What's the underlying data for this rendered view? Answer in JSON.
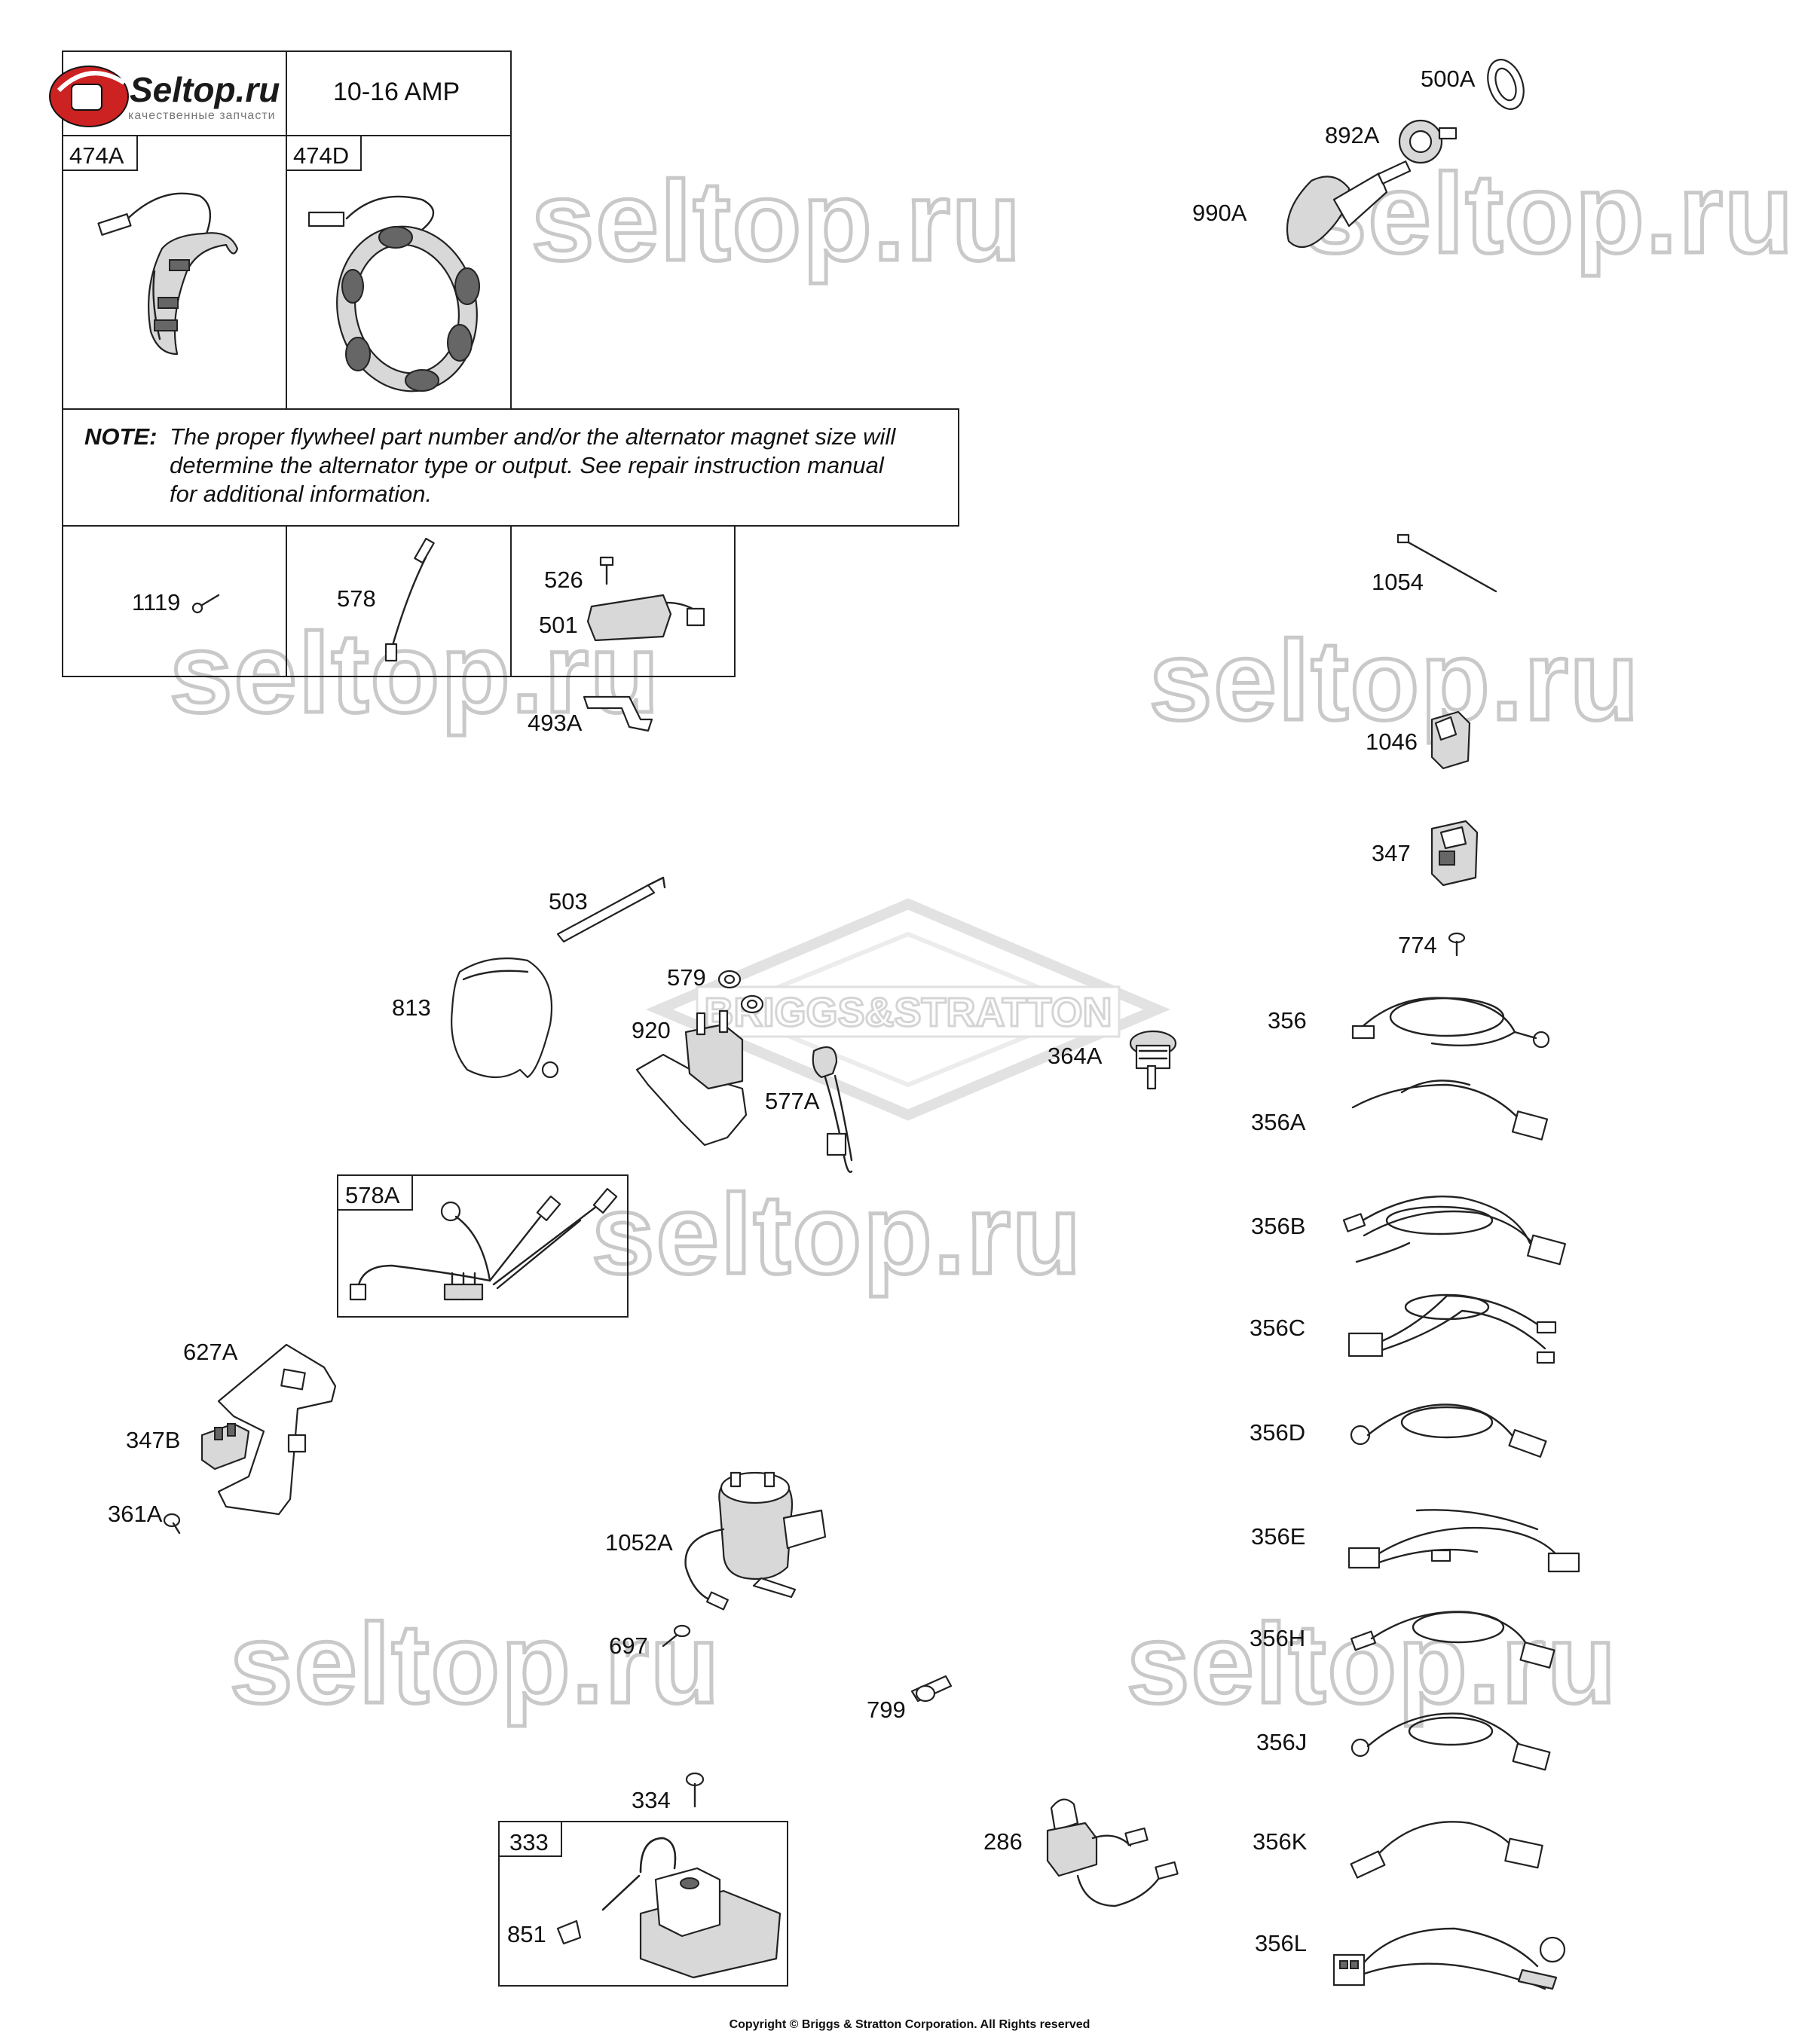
{
  "brand": {
    "logo_text": "Seltop.ru",
    "logo_tagline": "качественные запчасти",
    "watermark": "seltop.ru",
    "center_mark": "BRIGGS&STRATTON"
  },
  "alternator_table": {
    "amp_header": "10-16 AMP",
    "cells": [
      "474A",
      "474D"
    ]
  },
  "note": {
    "label": "NOTE:",
    "line1": "The proper flywheel part number and/or the alternator magnet size will",
    "line2": "determine the alternator type or output. See repair instruction manual",
    "line3": "for additional information."
  },
  "lower_table": [
    "1119",
    "578",
    "526",
    "501"
  ],
  "parts": {
    "p500A": "500A",
    "p892A": "892A",
    "p990A": "990A",
    "p1054": "1054",
    "p493A": "493A",
    "p1046": "1046",
    "p347": "347",
    "p774": "774",
    "p503": "503",
    "p813": "813",
    "p579": "579",
    "p920": "920",
    "p577A": "577A",
    "p364A": "364A",
    "p356": "356",
    "p356A": "356A",
    "p578A": "578A",
    "p356B": "356B",
    "p356C": "356C",
    "p627A": "627A",
    "p347B": "347B",
    "p356D": "356D",
    "p361A": "361A",
    "p1052A": "1052A",
    "p356E": "356E",
    "p697": "697",
    "p356H": "356H",
    "p799": "799",
    "p356J": "356J",
    "p334": "334",
    "p333": "333",
    "p286": "286",
    "p356K": "356K",
    "p851": "851",
    "p356L": "356L"
  },
  "footer": {
    "copyright": "Copyright © Briggs & Stratton Corporation. All Rights reserved"
  }
}
